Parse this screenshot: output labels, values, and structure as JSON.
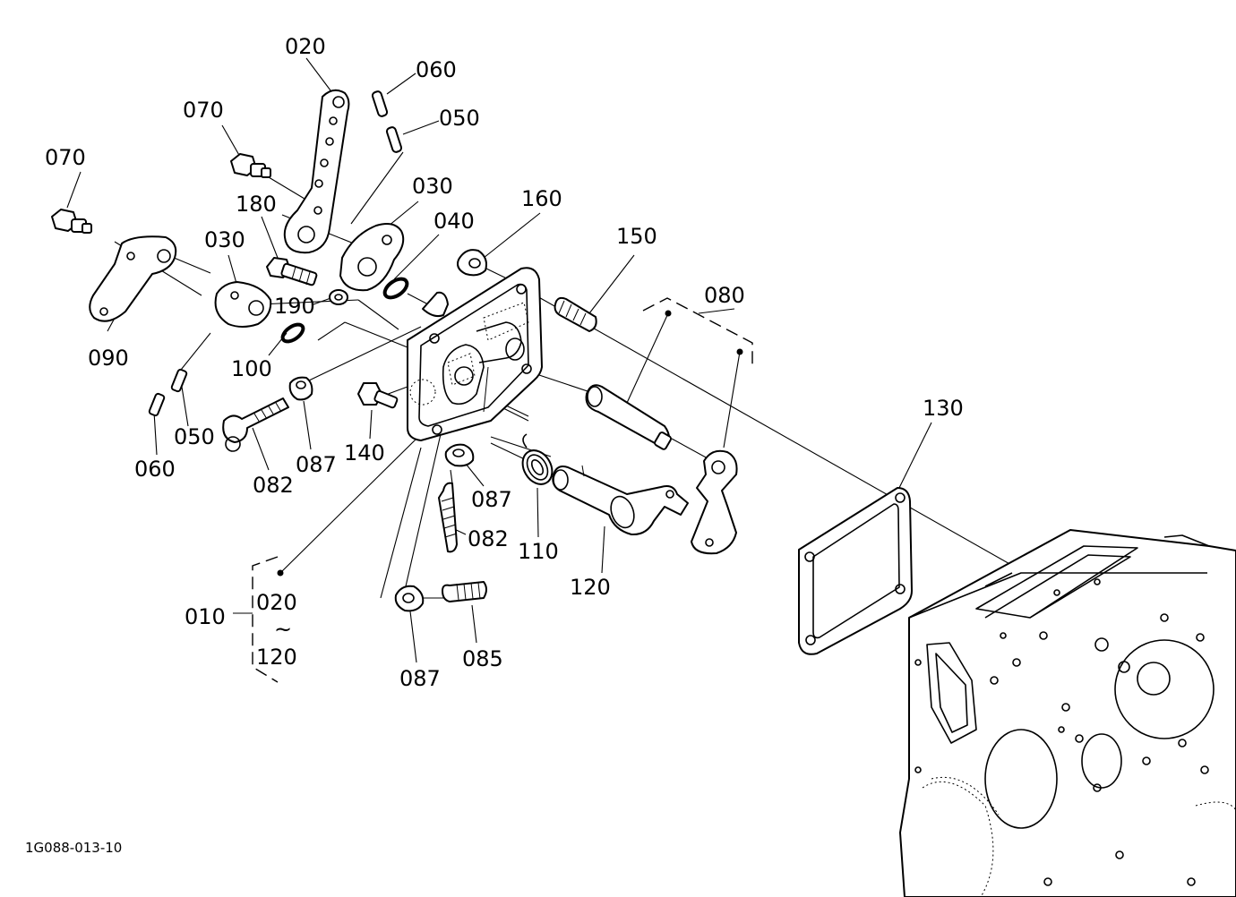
{
  "diagram": {
    "drawing_code": "1G088-013-10",
    "labels": {
      "p010": "010",
      "p020_top": "020",
      "p020_range": "020",
      "range_sep": "~",
      "p120_range": "120",
      "p030_a": "030",
      "p030_b": "030",
      "p040": "040",
      "p050_a": "050",
      "p050_b": "050",
      "p060_a": "060",
      "p060_b": "060",
      "p070_a": "070",
      "p070_b": "070",
      "p080": "080",
      "p082_a": "082",
      "p082_b": "082",
      "p085": "085",
      "p087_a": "087",
      "p087_b": "087",
      "p087_c": "087",
      "p090": "090",
      "p100": "100",
      "p110": "110",
      "p120": "120",
      "p130": "130",
      "p140": "140",
      "p150": "150",
      "p160": "160",
      "p180": "180",
      "p190": "190"
    }
  }
}
